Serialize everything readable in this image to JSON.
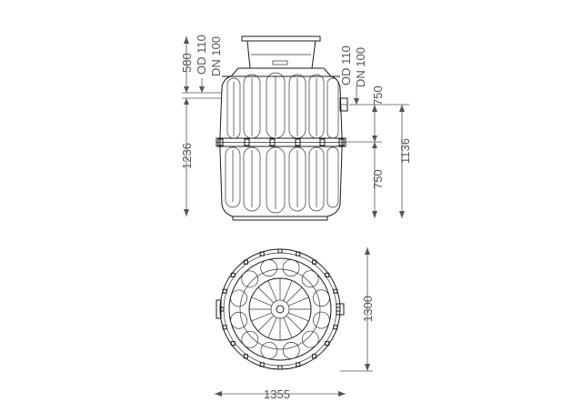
{
  "side_view": {
    "dims": {
      "neck_height": "580",
      "top_pipe_od": "OD 110",
      "top_pipe_dn": "DN 100",
      "side_pipe_od": "OD 110",
      "side_pipe_dn": "DN 100",
      "total_height": "1236",
      "upper_half": "750",
      "lower_half": "750",
      "body_height": "1136"
    }
  },
  "top_view": {
    "dims": {
      "width": "1355",
      "depth": "1300"
    }
  },
  "colors": {
    "line": "#1a1a1a",
    "dimension": "#555555"
  }
}
